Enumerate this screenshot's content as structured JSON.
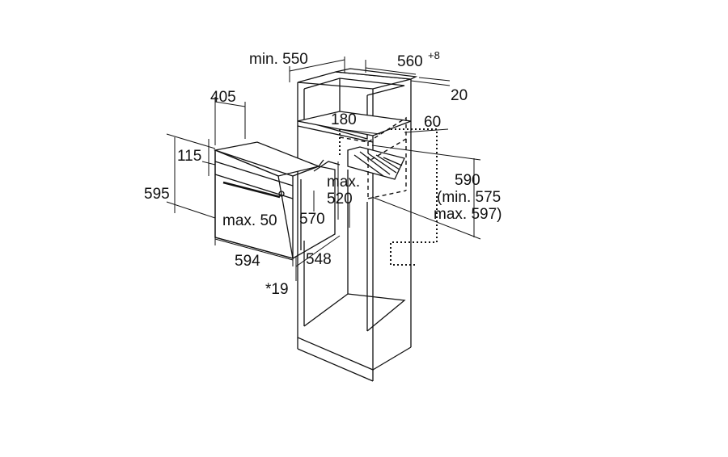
{
  "labels": {
    "cabinet_depth": "min. 550",
    "cabinet_width": "560",
    "cabinet_width_tolerance": "+8",
    "top_gap": "20",
    "oven_depth_top": "405",
    "vent_opening": "180",
    "rear_gap": "60",
    "control_panel": "115",
    "niche_height": "590",
    "niche_height_min": "(min. 575",
    "niche_height_max": "max. 597)",
    "oven_height": "595",
    "max_depth_label": "max.",
    "max_depth_value": "520",
    "door_projection": "max. 50",
    "oven_body_height": "570",
    "oven_width": "594",
    "body_depth": "548",
    "front_thickness": "*19"
  },
  "colors": {
    "line": "#111111",
    "background": "#ffffff"
  }
}
